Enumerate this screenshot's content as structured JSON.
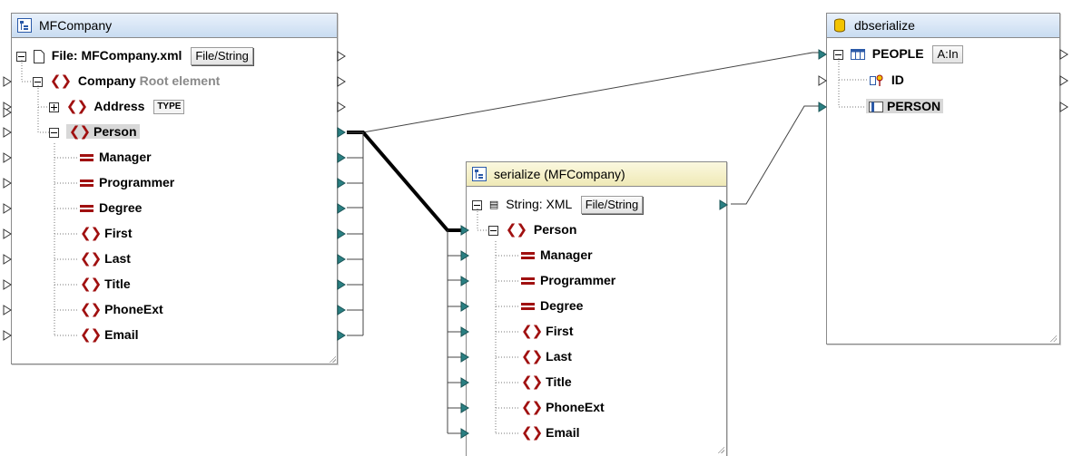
{
  "mfcompany": {
    "title": "MFCompany",
    "file_label": "File: MFCompany.xml",
    "file_button": "File/String",
    "company_label": "Company",
    "company_note": "Root element",
    "address_label": "Address",
    "address_tag": "TYPE",
    "person_label": "Person",
    "children": [
      "Manager",
      "Programmer",
      "Degree",
      "First",
      "Last",
      "Title",
      "PhoneExt",
      "Email"
    ]
  },
  "serialize": {
    "title": "serialize (MFCompany)",
    "string_label": "String: XML",
    "file_button": "File/String",
    "person_label": "Person",
    "children": [
      "Manager",
      "Programmer",
      "Degree",
      "First",
      "Last",
      "Title",
      "PhoneExt",
      "Email"
    ]
  },
  "dbserialize": {
    "title": "dbserialize",
    "table_label": "PEOPLE",
    "table_button": "A:In",
    "id_label": "ID",
    "person_label": "PERSON"
  },
  "colors": {
    "connector": "#2a7f82",
    "element_icon": "#a01010"
  }
}
